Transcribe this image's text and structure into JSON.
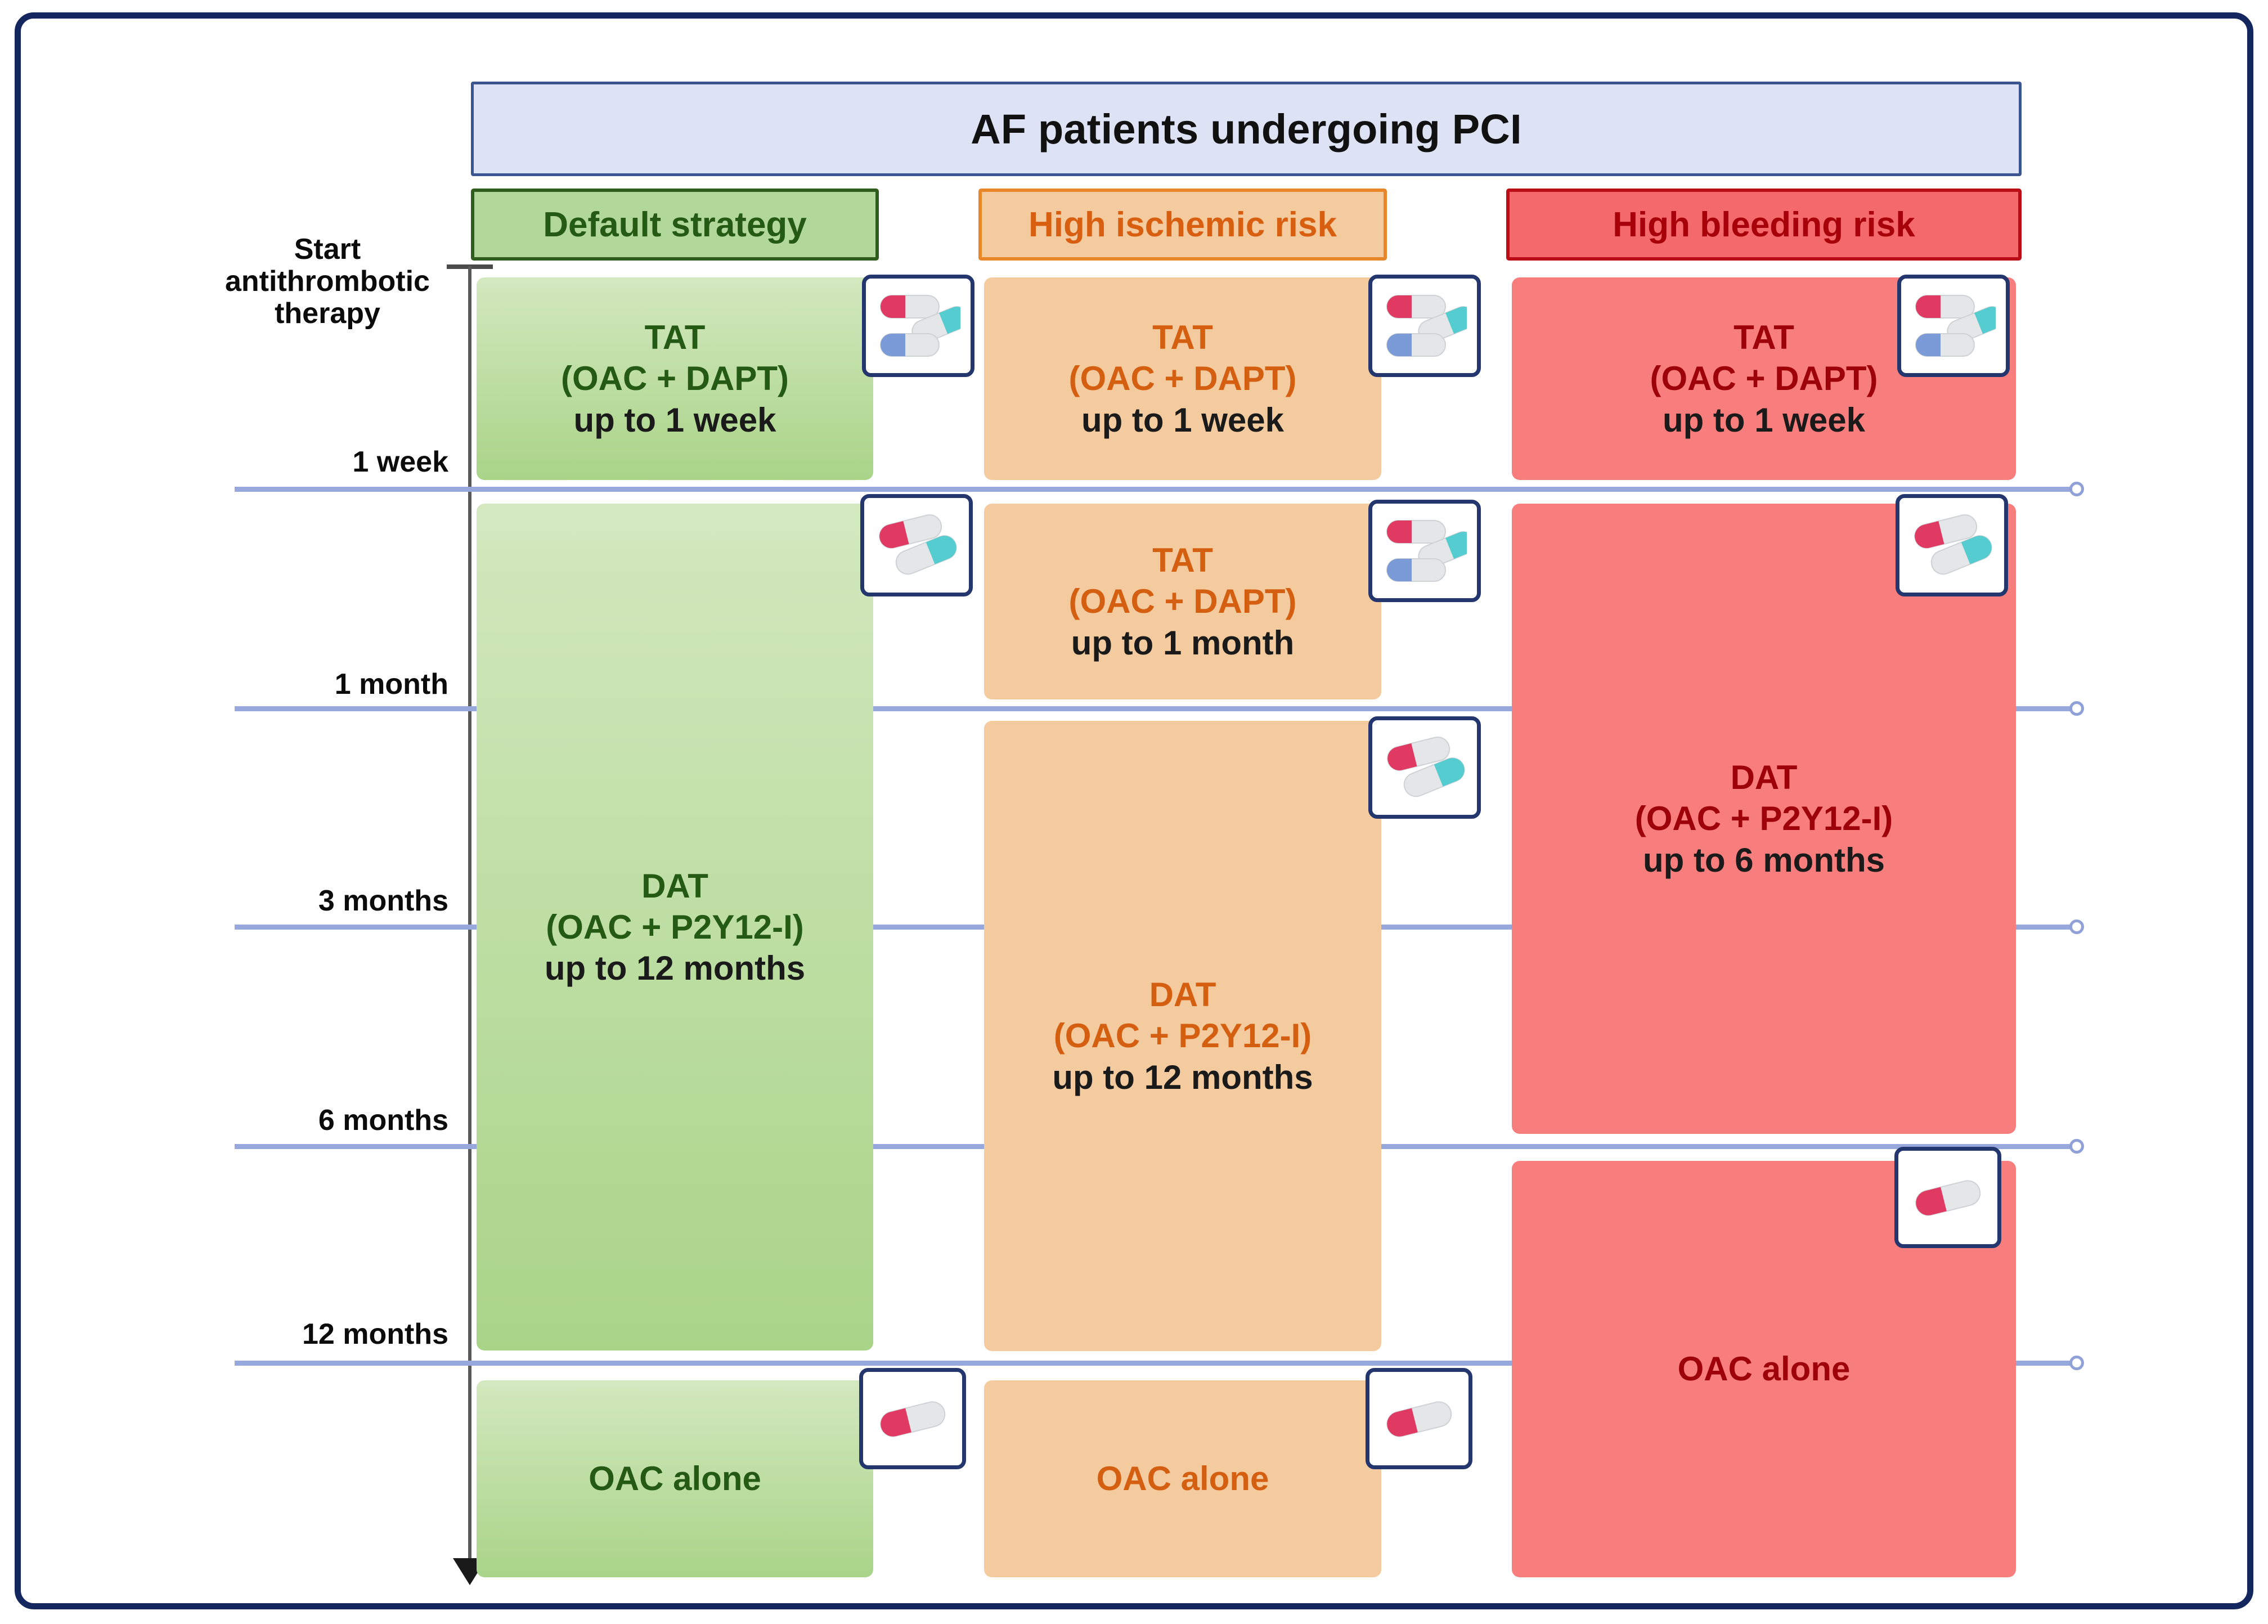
{
  "title": {
    "text": "AF patients undergoing PCI"
  },
  "columns": [
    {
      "key": "default",
      "label": "Default strategy",
      "accent": "#245a13",
      "fill": "#b2d79a"
    },
    {
      "key": "ischemic",
      "label": "High ischemic risk",
      "accent": "#d55f10",
      "fill": "#f3cb9e"
    },
    {
      "key": "bleeding",
      "label": "High bleeding risk",
      "accent": "#a8000a",
      "fill": "#f46a6a"
    }
  ],
  "timeline": {
    "start_label": "Start\nantithrombotic\ntherapy",
    "start_label_lines": [
      "Start",
      "antithrombotic",
      "therapy"
    ],
    "ticks": [
      {
        "key": "w1",
        "label": "1 week"
      },
      {
        "key": "m1",
        "label": "1 month"
      },
      {
        "key": "m3",
        "label": "3 months"
      },
      {
        "key": "m6",
        "label": "6 months"
      },
      {
        "key": "m12",
        "label": "12 months"
      }
    ]
  },
  "blocks": {
    "default": [
      {
        "name": "TAT",
        "regimen": "(OAC + DAPT)",
        "duration": "up to 1 week",
        "icon": "three-pills-icon"
      },
      {
        "name": "DAT",
        "regimen": "(OAC + P2Y12-I)",
        "duration": "up to 12 months",
        "icon": "two-pills-icon"
      },
      {
        "name": "OAC alone",
        "regimen": "",
        "duration": "",
        "icon": "one-pill-icon"
      }
    ],
    "ischemic": [
      {
        "name": "TAT",
        "regimen": "(OAC + DAPT)",
        "duration": "up to 1 week",
        "icon": "three-pills-icon"
      },
      {
        "name": "TAT",
        "regimen": "(OAC + DAPT)",
        "duration": "up to 1 month",
        "icon": "three-pills-icon"
      },
      {
        "name": "DAT",
        "regimen": "(OAC + P2Y12-I)",
        "duration": "up to 12 months",
        "icon": "two-pills-icon"
      },
      {
        "name": "OAC alone",
        "regimen": "",
        "duration": "",
        "icon": "one-pill-icon"
      }
    ],
    "bleeding": [
      {
        "name": "TAT",
        "regimen": "(OAC + DAPT)",
        "duration": "up to 1 week",
        "icon": "three-pills-icon"
      },
      {
        "name": "DAT",
        "regimen": "(OAC + P2Y12-I)",
        "duration": "up to 6 months",
        "icon": "two-pills-icon"
      },
      {
        "name": "OAC alone",
        "regimen": "",
        "duration": "",
        "icon": "one-pill-icon"
      }
    ]
  },
  "colors": {
    "frame": "#14265e",
    "title_fill": "#dde3f5",
    "title_border": "#3a5590",
    "gridline": "#96a8dc",
    "axis": "#5a5a5a",
    "pill_red": "#e03a63",
    "pill_teal": "#55cdd0",
    "pill_blue": "#7b9bd8",
    "pill_white": "#e4e6e8",
    "badge_border": "#23366e"
  }
}
